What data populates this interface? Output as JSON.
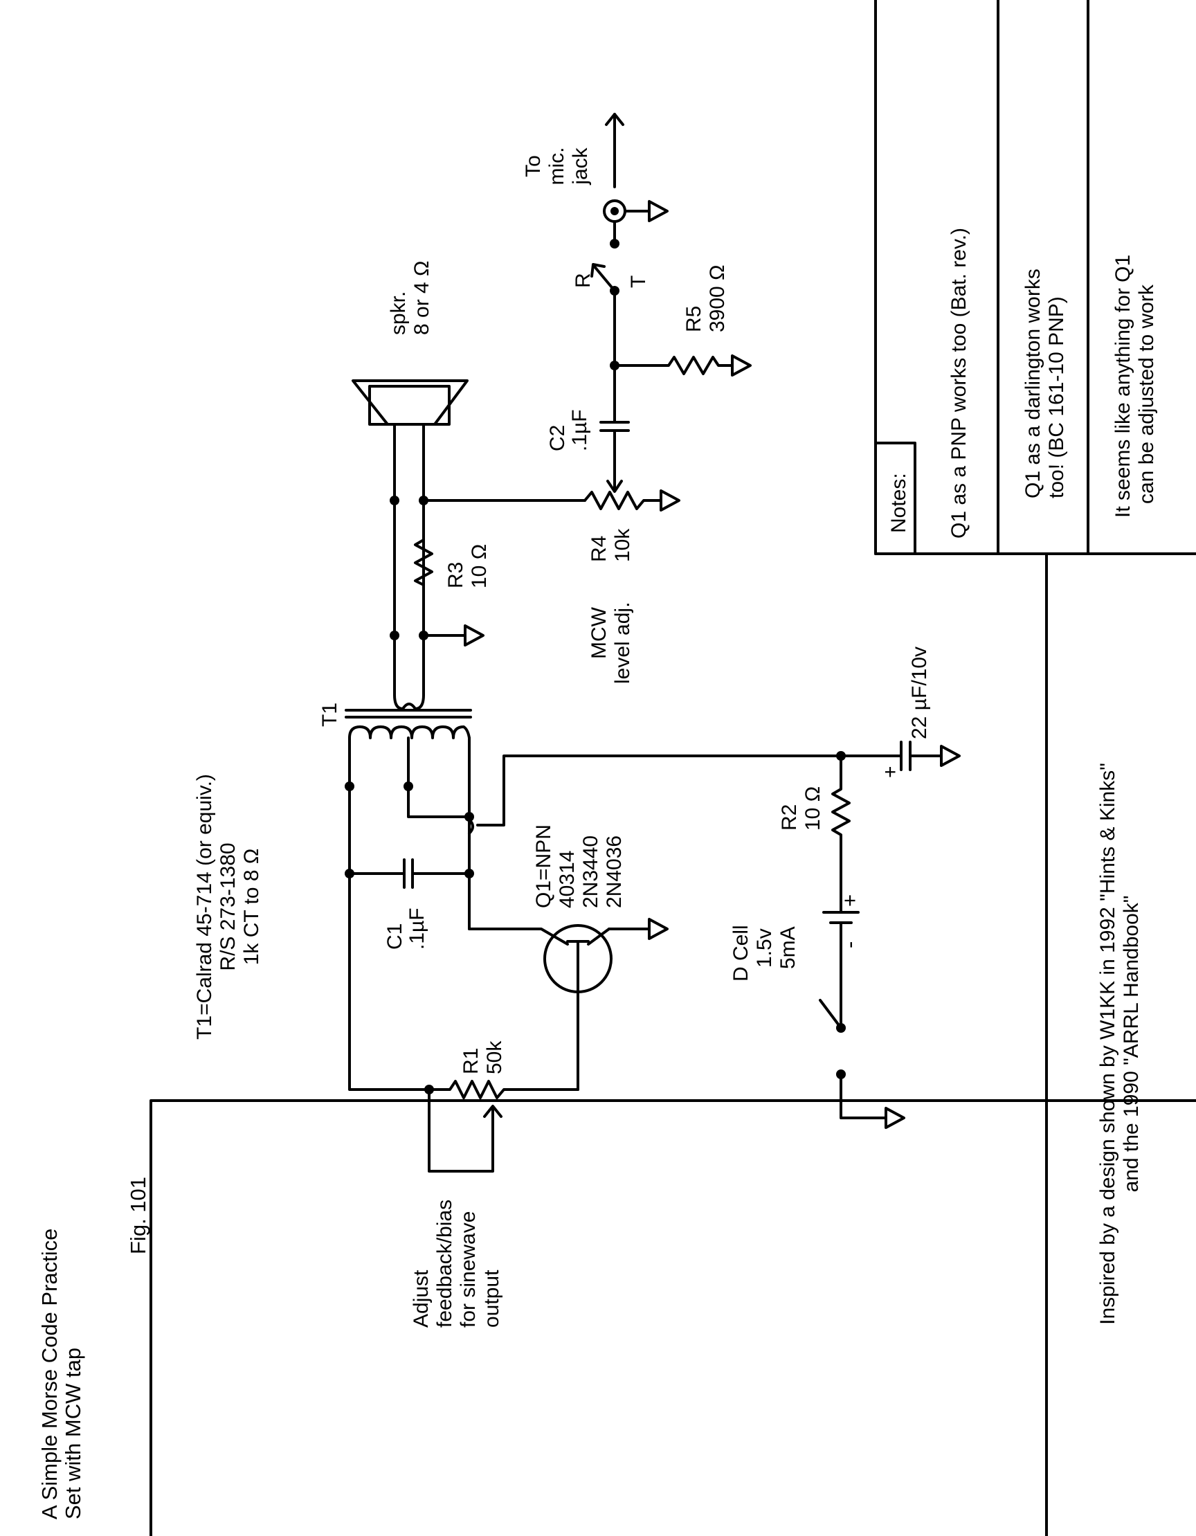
{
  "title_block": {
    "line1": "A Simple Morse Code Practice",
    "line2": "Set with MCW tap",
    "fig": "Fig. 101"
  },
  "transformer": {
    "ref": "T1",
    "spec1": "T1=Calrad 45-714 (or equiv.)",
    "spec2": "R/S 273-1380",
    "spec3": "1k CT to 8 Ω"
  },
  "speaker": {
    "line1": "spkr.",
    "line2": "8 or 4 Ω"
  },
  "r3": {
    "ref": "R3",
    "value": "10 Ω"
  },
  "r4": {
    "ref": "R4",
    "value": "10k",
    "note1": "MCW",
    "note2": "level adj."
  },
  "c2": {
    "ref": "C2",
    "value": ".1µF"
  },
  "r5": {
    "ref": "R5",
    "value": "3900 Ω"
  },
  "switch_rt": {
    "r": "R",
    "t": "T"
  },
  "mic": {
    "line1": "To",
    "line2": "mic.",
    "line3": "jack"
  },
  "c1": {
    "ref": "C1",
    "value": ".1µF"
  },
  "q1": {
    "line1": "Q1=NPN",
    "line2": "40314",
    "line3": "2N3440",
    "line4": "2N4036"
  },
  "r2": {
    "ref": "R2",
    "value": "10 Ω"
  },
  "c3": {
    "value": "22 µF/10v",
    "plus": "+"
  },
  "battery": {
    "line1": "D Cell",
    "line2": "1.5v",
    "line3": "5mA",
    "plus": "+",
    "minus": "-"
  },
  "r1": {
    "ref": "R1",
    "value": "50k"
  },
  "adjust": {
    "line1": "Adjust",
    "line2": "feedback/bias",
    "line3": "for sinewave",
    "line4": "output"
  },
  "notes": {
    "header": "Notes:",
    "n1": "Q1 as a PNP works too (Bat. rev.)",
    "n2a": "Q1 as a darlington works",
    "n2b": "too!     (BC 161-10 PNP)",
    "n3a": "It seems like anything for Q1",
    "n3b": "can be adjusted to work"
  },
  "credit": {
    "line1": "Inspired by a design shown by W1KK in 1992 \"Hints & Kinks\"",
    "line2": "and the 1990 \"ARRL Handbook\""
  }
}
